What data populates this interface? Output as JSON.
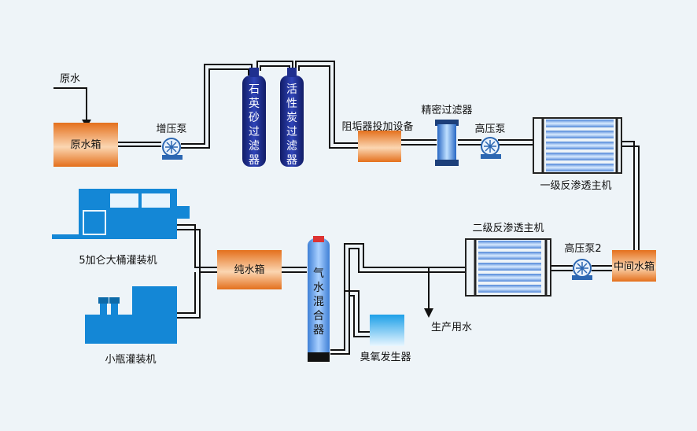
{
  "labels": {
    "raw_water": "原水",
    "raw_tank": "原水箱",
    "booster_pump": "增压泵",
    "quartz_filter": "石英砂过滤器",
    "carbon_filter": "活性炭过滤器",
    "antiscalant": "阻垢器投加设备",
    "precision_filter": "精密过滤器",
    "hp_pump": "高压泵",
    "ro1": "一级反渗透主机",
    "mid_tank": "中间水箱",
    "hp_pump2": "高压泵2",
    "ro2": "二级反渗透主机",
    "pure_tank": "纯水箱",
    "gas_mixer": "气水混合器",
    "ozone": "臭氧发生器",
    "prod_water": "生产用水",
    "barrel_filler": "5加仑大桶灌装机",
    "bottle_filler": "小瓶灌装机"
  },
  "colors": {
    "tank": "#e8731f",
    "column": "#1f2f8f",
    "machine": "#1487d6",
    "pipe": "#111111",
    "membrane": "#7fb2ee",
    "pump": "#2c67b2"
  }
}
